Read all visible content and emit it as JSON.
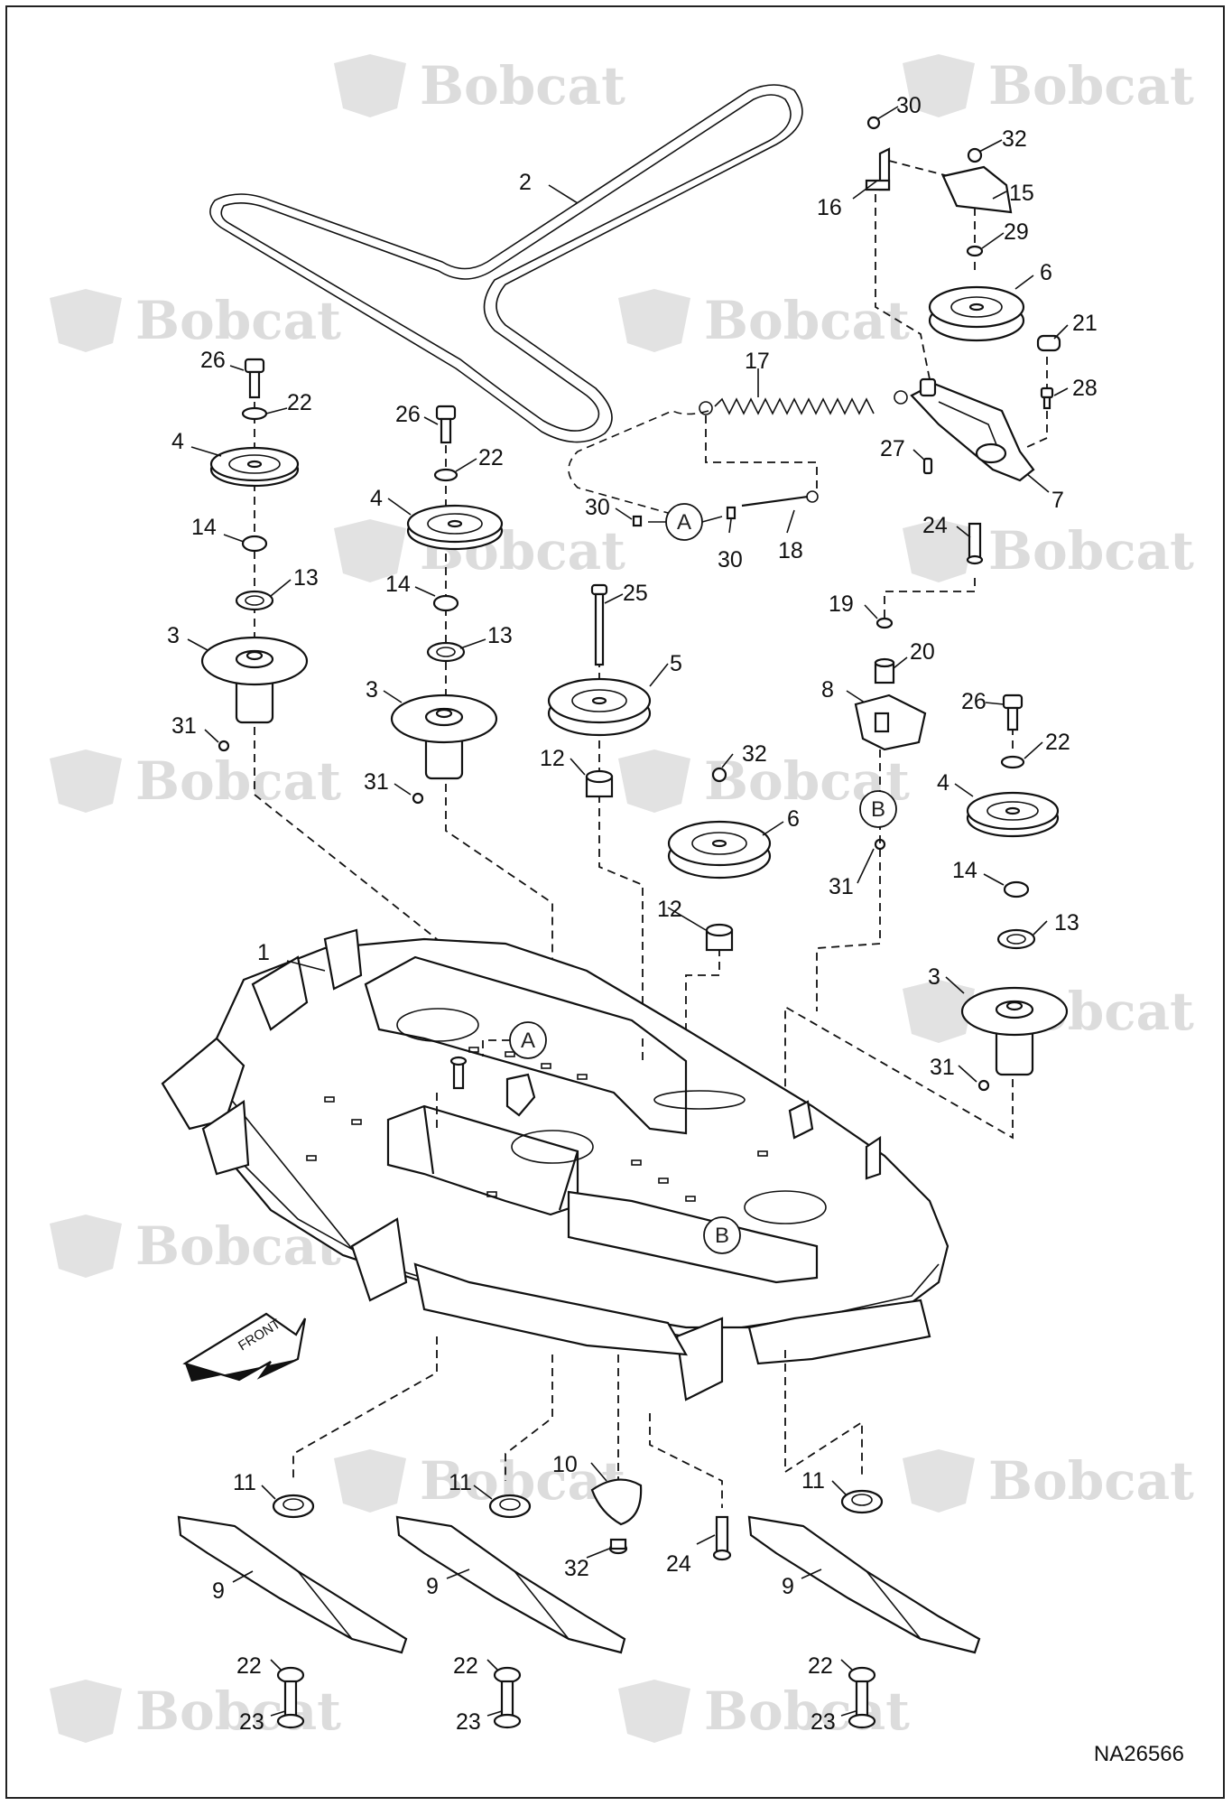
{
  "watermark": {
    "brand": "Bobcat"
  },
  "callouts": [
    {
      "id": "c1",
      "label": "1"
    },
    {
      "id": "c2",
      "label": "2"
    },
    {
      "id": "c26a",
      "label": "26"
    },
    {
      "id": "c22a",
      "label": "22"
    },
    {
      "id": "c4a",
      "label": "4"
    },
    {
      "id": "c14a",
      "label": "14"
    },
    {
      "id": "c13a",
      "label": "13"
    },
    {
      "id": "c3a",
      "label": "3"
    },
    {
      "id": "c31a",
      "label": "31"
    },
    {
      "id": "c26b",
      "label": "26"
    },
    {
      "id": "c22b",
      "label": "22"
    },
    {
      "id": "c4b",
      "label": "4"
    },
    {
      "id": "c14b",
      "label": "14"
    },
    {
      "id": "c13b",
      "label": "13"
    },
    {
      "id": "c3b",
      "label": "3"
    },
    {
      "id": "c31b",
      "label": "31"
    },
    {
      "id": "c30a",
      "label": "30"
    },
    {
      "id": "c30b",
      "label": "30"
    },
    {
      "id": "c18",
      "label": "18"
    },
    {
      "id": "c17",
      "label": "17"
    },
    {
      "id": "c25",
      "label": "25"
    },
    {
      "id": "c5",
      "label": "5"
    },
    {
      "id": "c12a",
      "label": "12"
    },
    {
      "id": "c32a",
      "label": "32"
    },
    {
      "id": "c6a",
      "label": "6"
    },
    {
      "id": "c12b",
      "label": "12"
    },
    {
      "id": "c30c",
      "label": "30"
    },
    {
      "id": "c32b",
      "label": "32"
    },
    {
      "id": "c15",
      "label": "15"
    },
    {
      "id": "c16",
      "label": "16"
    },
    {
      "id": "c29",
      "label": "29"
    },
    {
      "id": "c6b",
      "label": "6"
    },
    {
      "id": "c21",
      "label": "21"
    },
    {
      "id": "c28",
      "label": "28"
    },
    {
      "id": "c27",
      "label": "27"
    },
    {
      "id": "c7",
      "label": "7"
    },
    {
      "id": "c24a",
      "label": "24"
    },
    {
      "id": "c19",
      "label": "19"
    },
    {
      "id": "c20",
      "label": "20"
    },
    {
      "id": "c8",
      "label": "8"
    },
    {
      "id": "c31c",
      "label": "31"
    },
    {
      "id": "c26c",
      "label": "26"
    },
    {
      "id": "c22c",
      "label": "22"
    },
    {
      "id": "c4c",
      "label": "4"
    },
    {
      "id": "c14c",
      "label": "14"
    },
    {
      "id": "c13c",
      "label": "13"
    },
    {
      "id": "c3c",
      "label": "3"
    },
    {
      "id": "c31d",
      "label": "31"
    },
    {
      "id": "c11a",
      "label": "11"
    },
    {
      "id": "c11b",
      "label": "11"
    },
    {
      "id": "c10",
      "label": "10"
    },
    {
      "id": "c11c",
      "label": "11"
    },
    {
      "id": "c9a",
      "label": "9"
    },
    {
      "id": "c9b",
      "label": "9"
    },
    {
      "id": "c32c",
      "label": "32"
    },
    {
      "id": "c24b",
      "label": "24"
    },
    {
      "id": "c9c",
      "label": "9"
    },
    {
      "id": "c22d",
      "label": "22"
    },
    {
      "id": "c22e",
      "label": "22"
    },
    {
      "id": "c22f",
      "label": "22"
    },
    {
      "id": "c23a",
      "label": "23"
    },
    {
      "id": "c23b",
      "label": "23"
    },
    {
      "id": "c23c",
      "label": "23"
    }
  ],
  "references": {
    "a": "A",
    "b": "B"
  },
  "front_label": "FRONT",
  "document_number": "NA26566"
}
